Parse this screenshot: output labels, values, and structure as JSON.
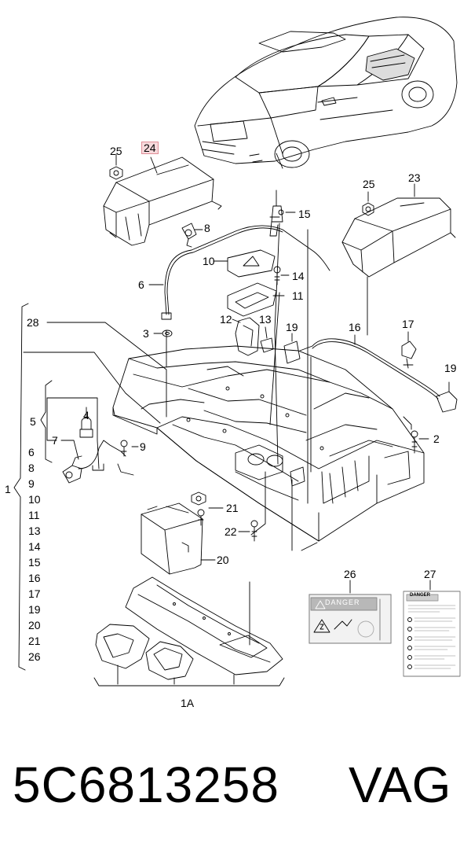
{
  "callouts": {
    "c25a": "25",
    "c24": "24",
    "c8a": "8",
    "c15": "15",
    "c25b": "25",
    "c23": "23",
    "c10": "10",
    "c14": "14",
    "c6a": "6",
    "c11": "11",
    "c28": "28",
    "c3": "3",
    "c12": "12",
    "c13": "13",
    "c19a": "19",
    "c16": "16",
    "c17": "17",
    "c19b": "19",
    "c5": "5",
    "c4": "4",
    "c7": "7",
    "c9": "9",
    "c2": "2",
    "c21": "21",
    "c22": "22",
    "c20": "20",
    "c1": "1",
    "c26": "26",
    "c27": "27",
    "c1a": "1A"
  },
  "legend": [
    "6",
    "8",
    "9",
    "10",
    "11",
    "13",
    "14",
    "15",
    "16",
    "17",
    "19",
    "20",
    "21",
    "26"
  ],
  "labels": {
    "danger_word": "DANGER",
    "danger_small": "DANGER"
  },
  "part_number": "5C6813258",
  "brand": "VAG",
  "colors": {
    "line": "#000000",
    "highlight_bg": "#f7d9dc",
    "highlight_border": "#e08f98",
    "gray": "#9a9a9a"
  }
}
